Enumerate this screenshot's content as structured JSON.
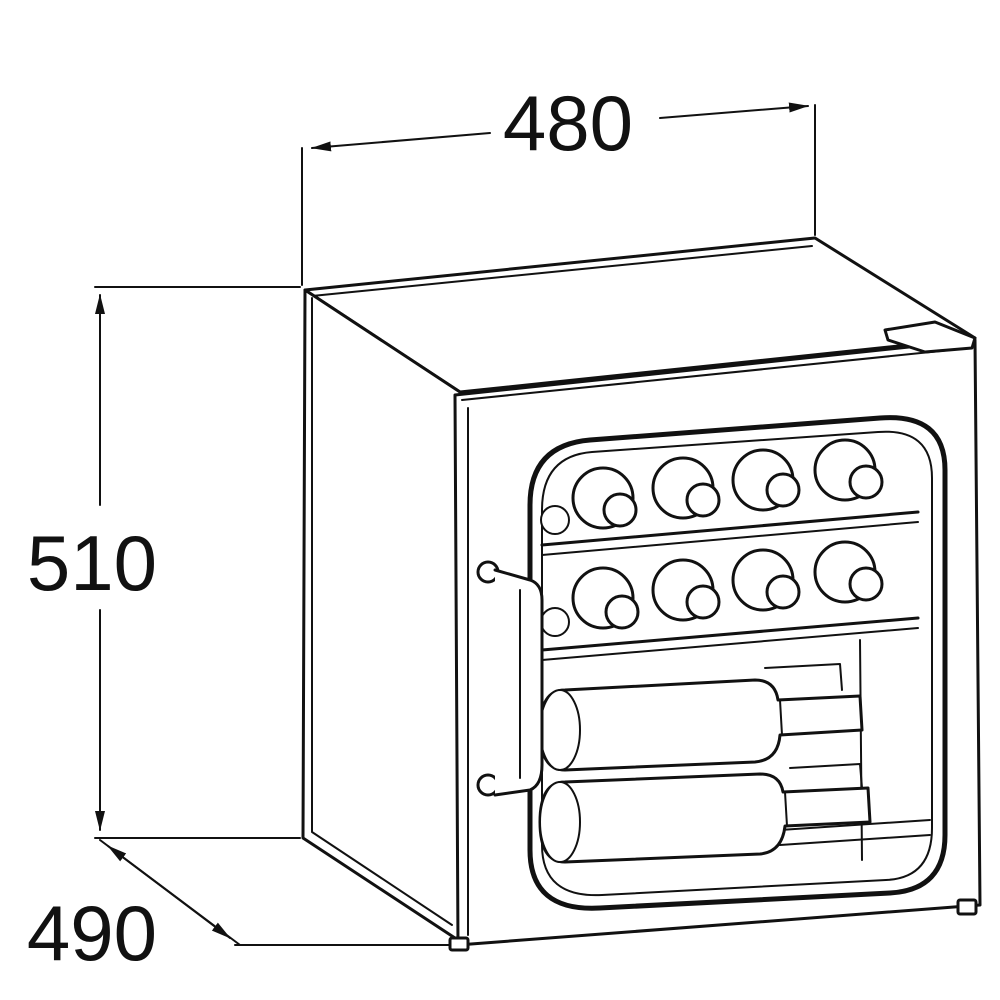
{
  "dimensions": {
    "width": "480",
    "height": "510",
    "depth": "490"
  },
  "colors": {
    "stroke": "#111111",
    "background": "#ffffff"
  }
}
